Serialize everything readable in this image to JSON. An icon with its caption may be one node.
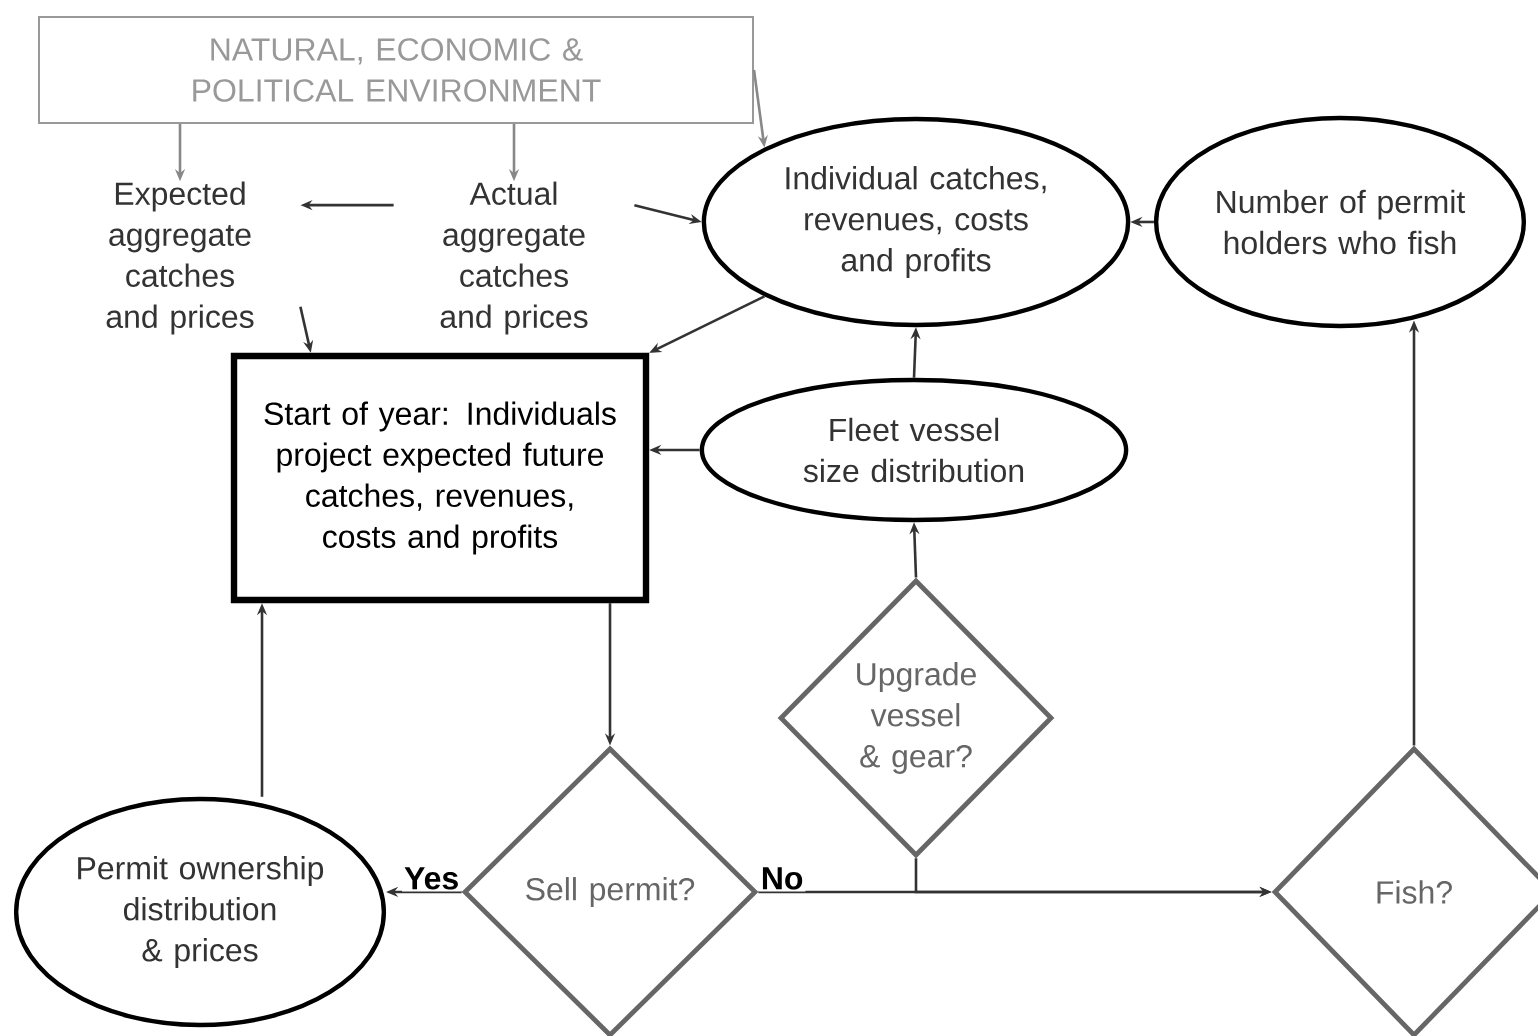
{
  "diagram": {
    "nodes": [
      {
        "text": [
          "NATURAL, ECONOMIC & POLITICAL ENVIRONMENT"
        ]
      },
      {
        "text": [
          "Expected aggregate catches and prices"
        ]
      },
      {
        "text": [
          "Actual aggregate catches and prices"
        ]
      },
      {
        "text": [
          "Individual catches, revenues, costs and profits"
        ]
      },
      {
        "text": [
          "Number of permit holders who fish"
        ]
      },
      {
        "text": [
          "Start of year: Individuals project expected future catches, revenues, costs and profits"
        ]
      },
      {
        "text": [
          "Fleet vessel size distribution"
        ]
      },
      {
        "text": [
          "Upgrade vessel & gear?"
        ]
      },
      {
        "text": [
          "Sell permit?"
        ]
      },
      {
        "text": [
          "Permit ownership distribution & prices"
        ]
      },
      {
        "text": [
          "Fish?"
        ]
      }
    ],
    "edges": [
      {
        "from": 0,
        "to": 1,
        "arrow": "to",
        "color": "#888888"
      },
      {
        "from": 0,
        "to": 2,
        "arrow": "to",
        "color": "#888888"
      },
      {
        "from": 0,
        "to": 3,
        "arrow": "to",
        "color": "#888888"
      },
      {
        "from": 2,
        "to": 1,
        "arrow": "to"
      },
      {
        "from": 2,
        "to": 3,
        "arrow": "to"
      },
      {
        "from": 1,
        "to": 5,
        "arrow": "to"
      },
      {
        "from": 3,
        "to": 5,
        "arrow": "to"
      },
      {
        "from": 4,
        "to": 3,
        "arrow": "to"
      },
      {
        "from": 6,
        "to": 5,
        "arrow": "to"
      },
      {
        "from": 6,
        "to": 3,
        "arrow": "to"
      },
      {
        "from": 7,
        "to": 6,
        "arrow": "to"
      },
      {
        "from": 5,
        "to": 8,
        "arrow": "to"
      },
      {
        "from": 8,
        "to": 9,
        "arrow": "to",
        "label": "Yes"
      },
      {
        "from": 8,
        "to": 10,
        "arrow": "to",
        "label": "No"
      },
      {
        "from": 7,
        "to": 10,
        "arrow": "to"
      },
      {
        "from": 10,
        "to": 4,
        "arrow": "to"
      },
      {
        "from": 9,
        "to": 5,
        "arrow": "to"
      }
    ]
  }
}
